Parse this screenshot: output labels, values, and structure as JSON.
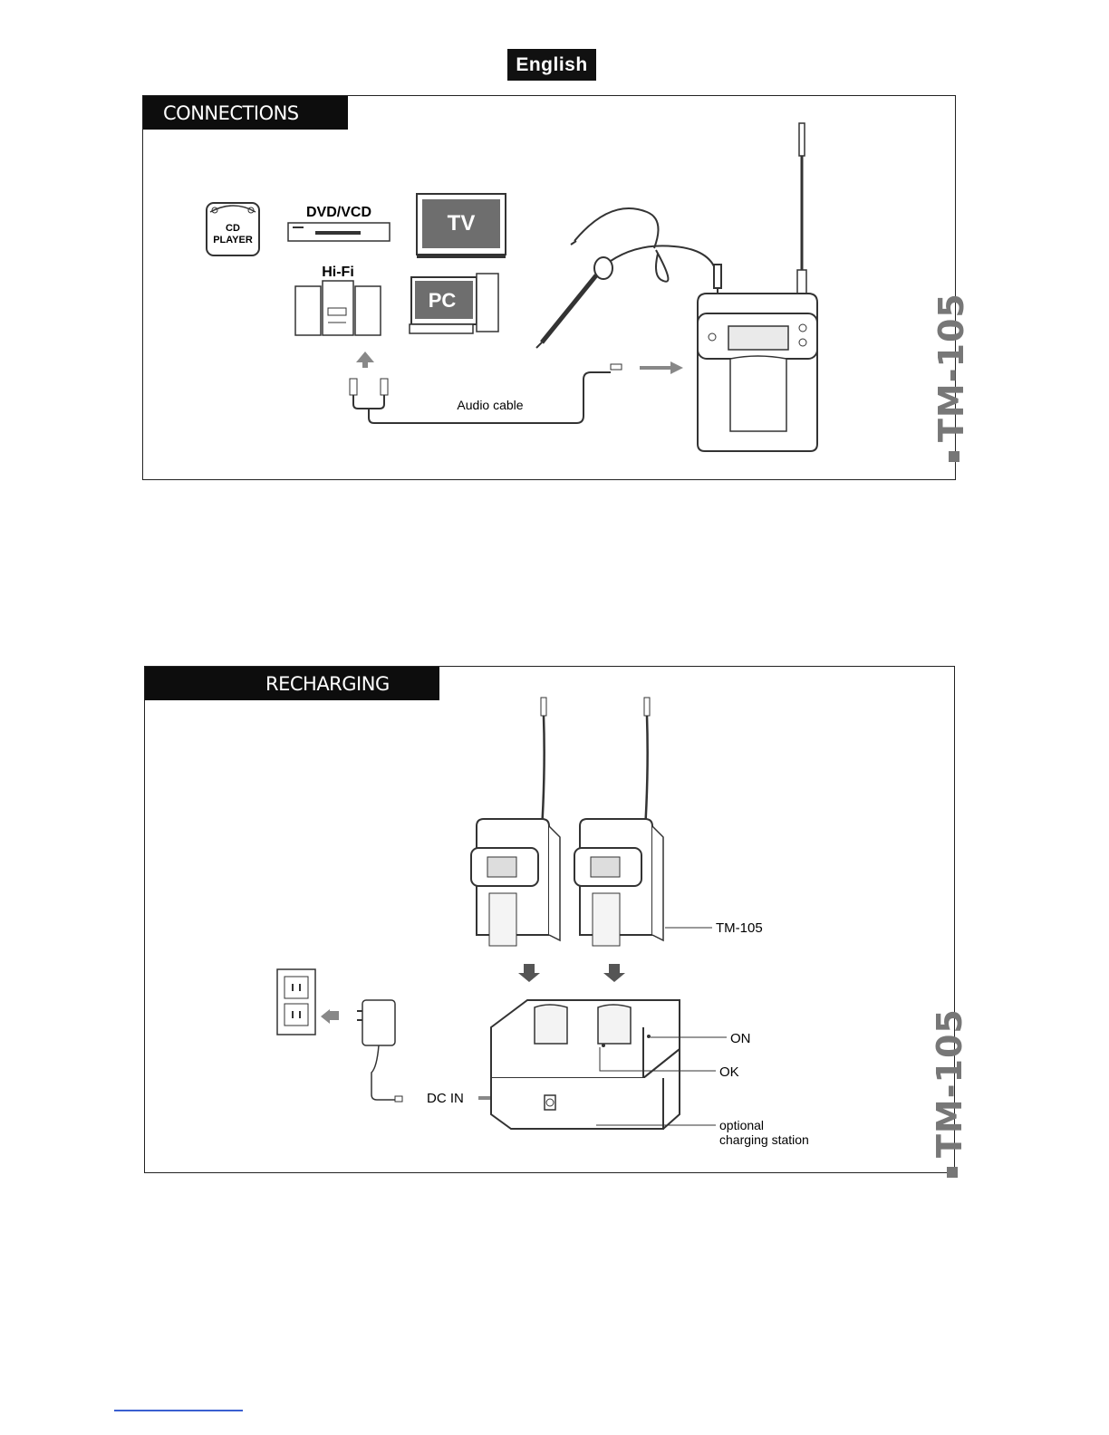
{
  "language_badge": "English",
  "connections": {
    "header": "CONNECTIONS",
    "device_labels": {
      "cd_player_line1": "CD",
      "cd_player_line2": "PLAYER",
      "dvd_vcd": "DVD/VCD",
      "tv": "TV",
      "hifi": "Hi-Fi",
      "pc": "PC"
    },
    "cable_label": "Audio cable",
    "side_label": "TM-105"
  },
  "recharging": {
    "header": "RECHARGING",
    "unit_label": "TM-105",
    "led_on_label": "ON",
    "led_ok_label": "OK",
    "dc_in_label": "DC IN",
    "station_label_line1": "optional",
    "station_label_line2": "charging station",
    "side_label": "TM-105"
  }
}
